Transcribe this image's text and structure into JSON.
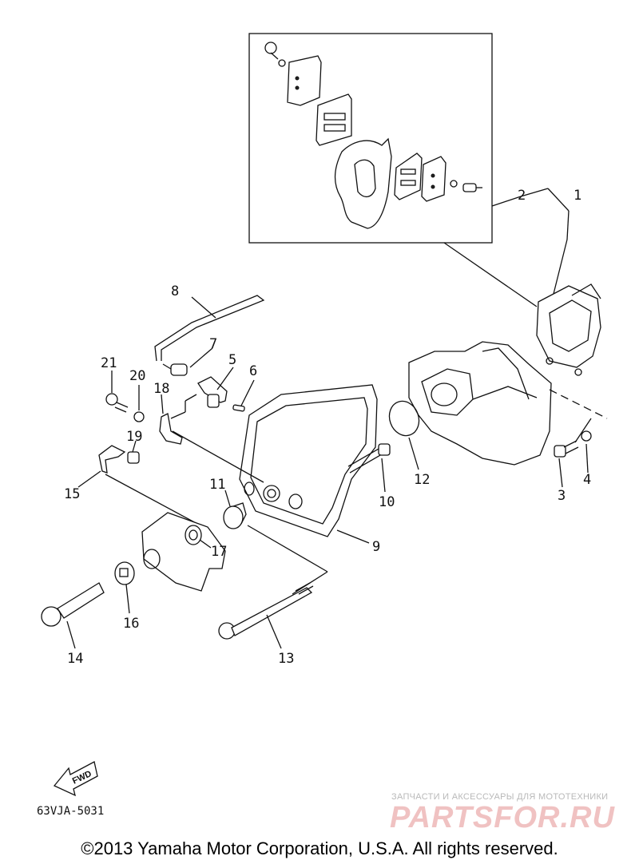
{
  "diagram": {
    "part_numbers": [
      "1",
      "2",
      "3",
      "4",
      "5",
      "6",
      "7",
      "8",
      "9",
      "10",
      "11",
      "12",
      "13",
      "14",
      "15",
      "16",
      "17",
      "18",
      "19",
      "20",
      "21"
    ],
    "fwd_label": "FWD",
    "ref_code": "63VJA-5031"
  },
  "watermark": {
    "subtitle": "ЗАПЧАСТИ И АКСЕССУАРЫ ДЛЯ МОТОТЕХНИКИ",
    "brand": "PARTSFOR.RU"
  },
  "footer": {
    "copyright": "©2013 Yamaha Motor Corporation, U.S.A. All rights reserved."
  }
}
